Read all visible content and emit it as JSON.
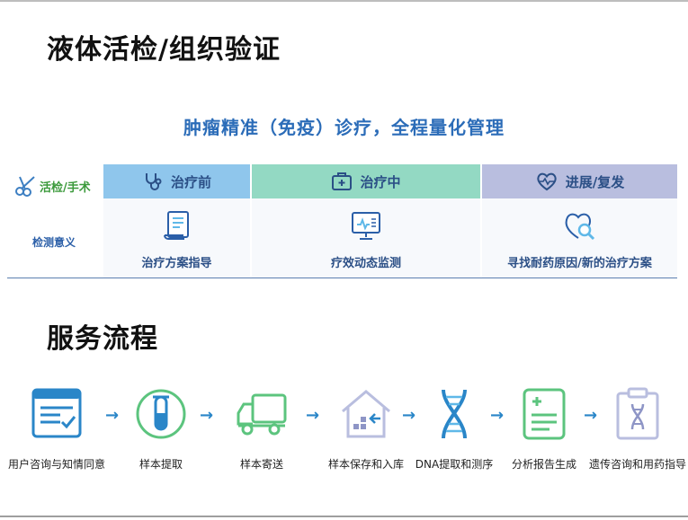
{
  "headings": {
    "biopsy": "液体活检/组织验证",
    "service": "服务流程"
  },
  "panel": {
    "title": "肿瘤精准（免疫）诊疗，全程量化管理",
    "row_labels": {
      "biopsy": "活检/手术",
      "meaning": "检测意义"
    },
    "phases": [
      {
        "label": "治疗前",
        "icon": "stethoscope-icon",
        "meaning": "治疗方案指导",
        "meaning_icon": "scroll-document-icon"
      },
      {
        "label": "治疗中",
        "icon": "medical-kit-icon",
        "meaning": "疗效动态监测",
        "meaning_icon": "monitor-chart-icon"
      },
      {
        "label": "进展/复发",
        "icon": "heart-pulse-icon",
        "meaning": "寻找耐药原因/新的治疗方案",
        "meaning_icon": "heart-search-icon"
      }
    ],
    "colors": {
      "before": "#8fc6ec",
      "during": "#93d9c3",
      "progress": "#b9bedf",
      "title": "#2b6cb8"
    }
  },
  "flow": {
    "steps": [
      {
        "label": "用户咨询与知情同意",
        "icon": "form-checkmark-icon"
      },
      {
        "label": "样本提取",
        "icon": "test-tube-icon"
      },
      {
        "label": "样本寄送",
        "icon": "delivery-truck-icon"
      },
      {
        "label": "样本保存和入库",
        "icon": "warehouse-icon"
      },
      {
        "label": "DNA提取和测序",
        "icon": "dna-helix-icon"
      },
      {
        "label": "分析报告生成",
        "icon": "medical-report-icon"
      },
      {
        "label": "遗传咨询和用药指导",
        "icon": "clipboard-dna-icon"
      }
    ],
    "arrow": "→",
    "colors": {
      "blue": "#2a86c8",
      "green": "#5cc47e"
    }
  }
}
